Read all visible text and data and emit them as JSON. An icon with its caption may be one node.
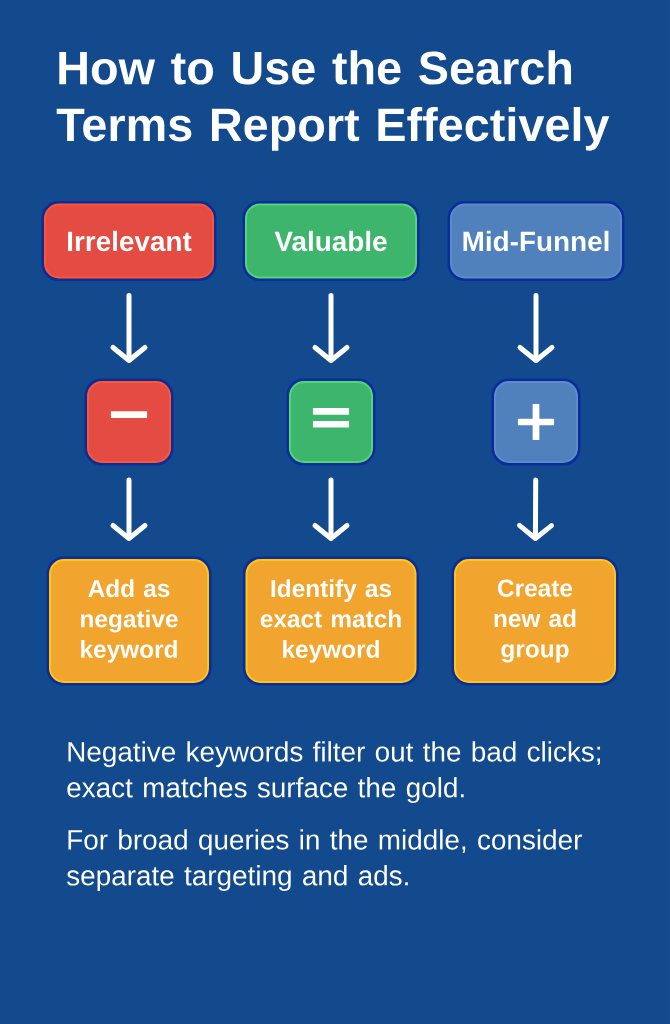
{
  "diagram": {
    "title": "How to Use the Search Terms Report Effectively",
    "nodes": [
      {
        "text": [
          "Irrelevant"
        ]
      },
      {
        "text": [
          "Valuable"
        ]
      },
      {
        "text": [
          "Mid-Funnel"
        ]
      },
      {
        "text": [
          "−"
        ]
      },
      {
        "text": [
          "="
        ]
      },
      {
        "text": [
          "+"
        ]
      },
      {
        "text": [
          "Add as negative keyword"
        ]
      },
      {
        "text": [
          "Identify as exact match keyword"
        ]
      },
      {
        "text": [
          "Create new ad group"
        ]
      }
    ],
    "edges": [
      {
        "from": 0,
        "to": 3,
        "arrow": "to"
      },
      {
        "from": 1,
        "to": 4,
        "arrow": "to"
      },
      {
        "from": 2,
        "to": 5,
        "arrow": "to"
      },
      {
        "from": 3,
        "to": 6,
        "arrow": "to"
      },
      {
        "from": 4,
        "to": 7,
        "arrow": "to"
      },
      {
        "from": 5,
        "to": 8,
        "arrow": "to"
      }
    ],
    "labels": [
      "Negative keywords filter out the bad clicks; exact matches surface the gold.",
      "For broad queries in the middle, consider separate targeting and ads."
    ]
  }
}
